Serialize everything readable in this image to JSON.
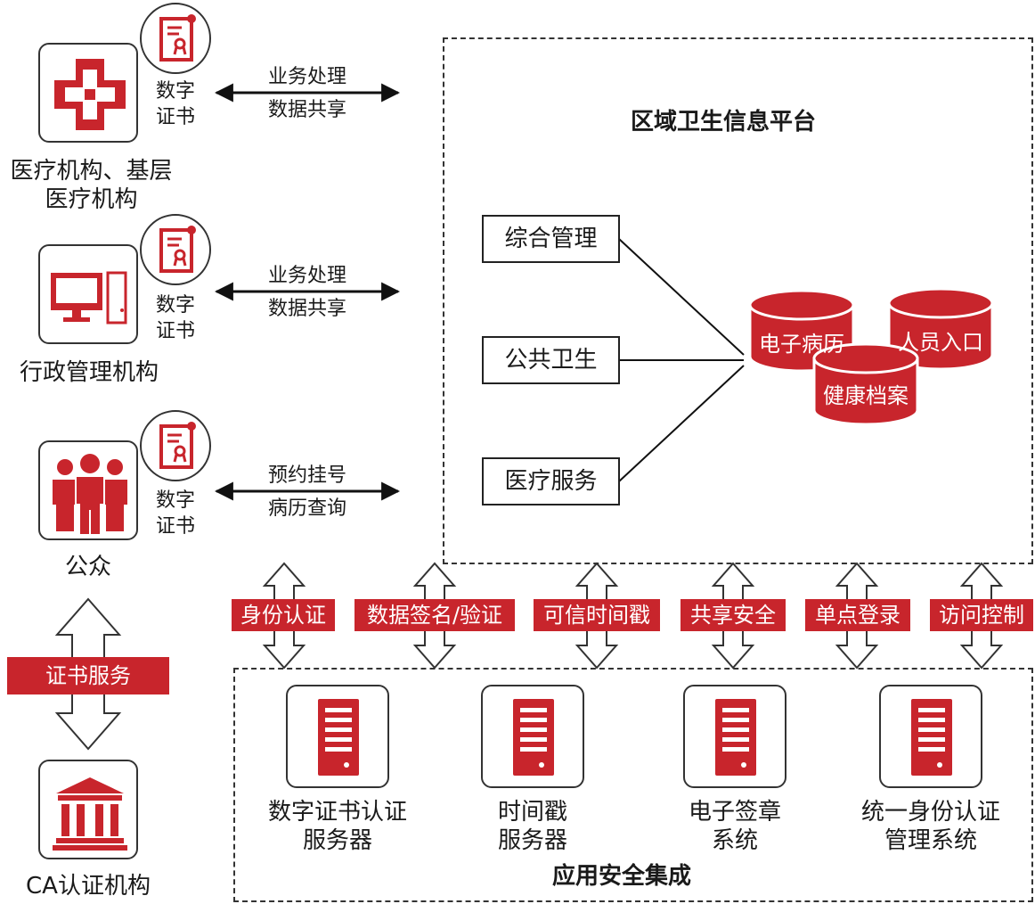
{
  "left": {
    "medical": {
      "label_line1": "医疗机构、基层",
      "label_line2": "医疗机构",
      "cert_line1": "数字",
      "cert_line2": "证书",
      "flow_line1": "业务处理",
      "flow_line2": "数据共享"
    },
    "admin": {
      "label": "行政管理机构",
      "cert_line1": "数字",
      "cert_line2": "证书",
      "flow_line1": "业务处理",
      "flow_line2": "数据共享"
    },
    "public": {
      "label": "公众",
      "cert_line1": "数字",
      "cert_line2": "证书",
      "flow_line1": "预约挂号",
      "flow_line2": "病历查询"
    },
    "cert_service": "证书服务",
    "ca": {
      "label": "CA认证机构"
    }
  },
  "platform": {
    "title": "区域卫生信息平台",
    "modules": [
      "综合管理",
      "公共卫生",
      "医疗服务"
    ],
    "databases": [
      "电子病历",
      "人员入口",
      "健康档案"
    ]
  },
  "security_tags": [
    "身份认证",
    "数据签名/验证",
    "可信时间戳",
    "共享安全",
    "单点登录",
    "访问控制"
  ],
  "integration": {
    "title": "应用安全集成",
    "servers": [
      {
        "line1": "数字证书认证",
        "line2": "服务器"
      },
      {
        "line1": "时间戳",
        "line2": "服务器"
      },
      {
        "line1": "电子签章",
        "line2": "系统"
      },
      {
        "line1": "统一身份认证",
        "line2": "管理系统"
      }
    ]
  },
  "colors": {
    "accent": "#c8252c",
    "line": "#222222"
  }
}
